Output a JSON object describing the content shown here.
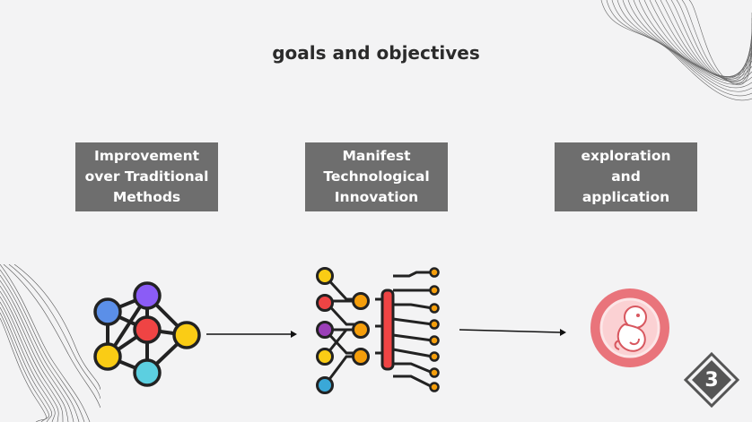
{
  "title": "goals and objectives",
  "boxes": [
    {
      "label": "Improvement over Traditional Methods"
    },
    {
      "label": "Manifest Technological Innovation"
    },
    {
      "label": "exploration and application"
    }
  ],
  "icons": [
    "network-graph-icon",
    "circuit-chip-icon",
    "embryo-icon"
  ],
  "slide_number": "3",
  "colors": {
    "background": "#f3f3f4",
    "box": "#6e6e6e",
    "title": "#2b2b2b",
    "badge": "#555555",
    "embryo_ring": "#e9747b"
  }
}
